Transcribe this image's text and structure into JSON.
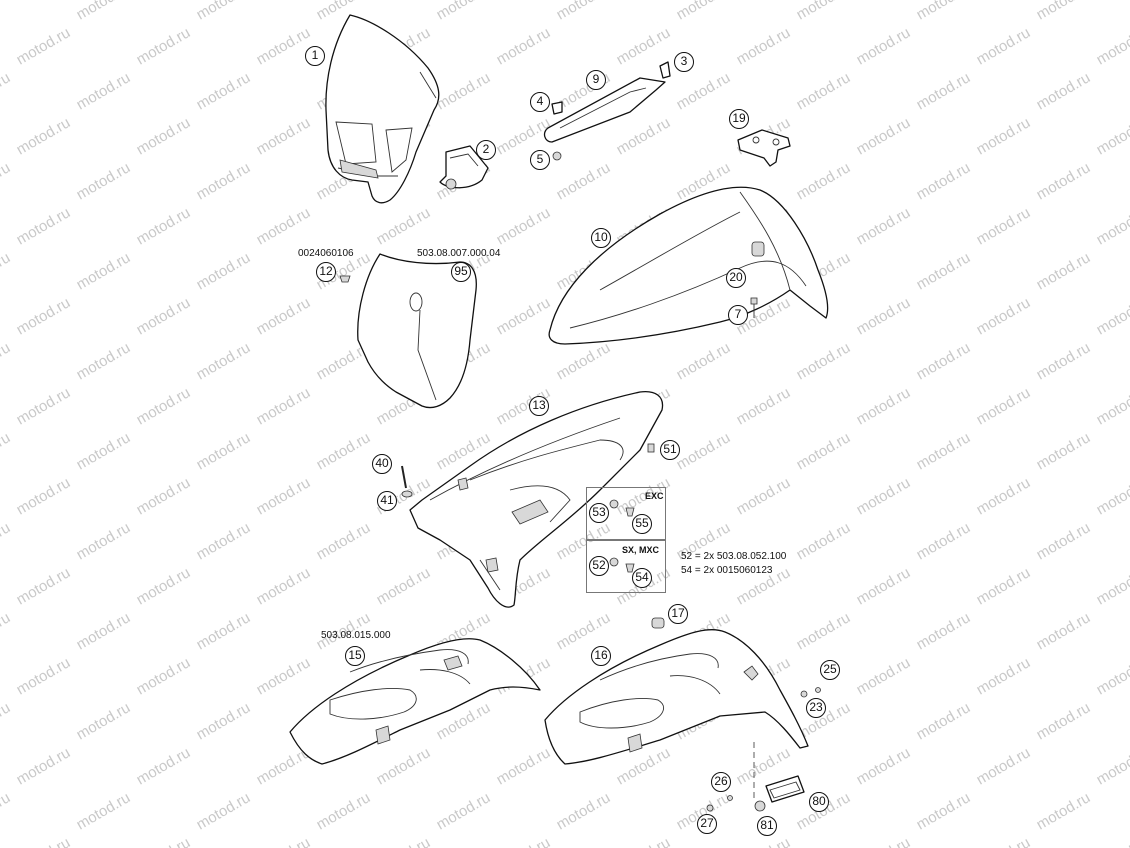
{
  "watermark": "motod.ru",
  "callouts": [
    {
      "id": "1",
      "label": "1"
    },
    {
      "id": "2",
      "label": "2"
    },
    {
      "id": "3",
      "label": "3"
    },
    {
      "id": "4",
      "label": "4"
    },
    {
      "id": "5",
      "label": "5"
    },
    {
      "id": "7",
      "label": "7"
    },
    {
      "id": "9",
      "label": "9"
    },
    {
      "id": "10",
      "label": "10"
    },
    {
      "id": "12",
      "label": "12"
    },
    {
      "id": "13",
      "label": "13"
    },
    {
      "id": "15",
      "label": "15"
    },
    {
      "id": "16",
      "label": "16"
    },
    {
      "id": "17",
      "label": "17"
    },
    {
      "id": "19",
      "label": "19"
    },
    {
      "id": "20",
      "label": "20"
    },
    {
      "id": "23",
      "label": "23"
    },
    {
      "id": "25",
      "label": "25"
    },
    {
      "id": "26",
      "label": "26"
    },
    {
      "id": "27",
      "label": "27"
    },
    {
      "id": "40",
      "label": "40"
    },
    {
      "id": "41",
      "label": "41"
    },
    {
      "id": "51",
      "label": "51"
    },
    {
      "id": "52",
      "label": "52"
    },
    {
      "id": "53",
      "label": "53"
    },
    {
      "id": "54",
      "label": "54"
    },
    {
      "id": "55",
      "label": "55"
    },
    {
      "id": "80",
      "label": "80"
    },
    {
      "id": "81",
      "label": "81"
    },
    {
      "id": "95",
      "label": "95"
    }
  ],
  "part_numbers": {
    "item12": "0024060106",
    "item95": "503.08.007.000.04",
    "item15": "503.08.015.000"
  },
  "variants": {
    "exc": "EXC",
    "sx_mxc": "SX, MXC"
  },
  "notes": {
    "line1": "52 = 2x 503.08.052.100",
    "line2": "54 = 2x 0015060123"
  }
}
